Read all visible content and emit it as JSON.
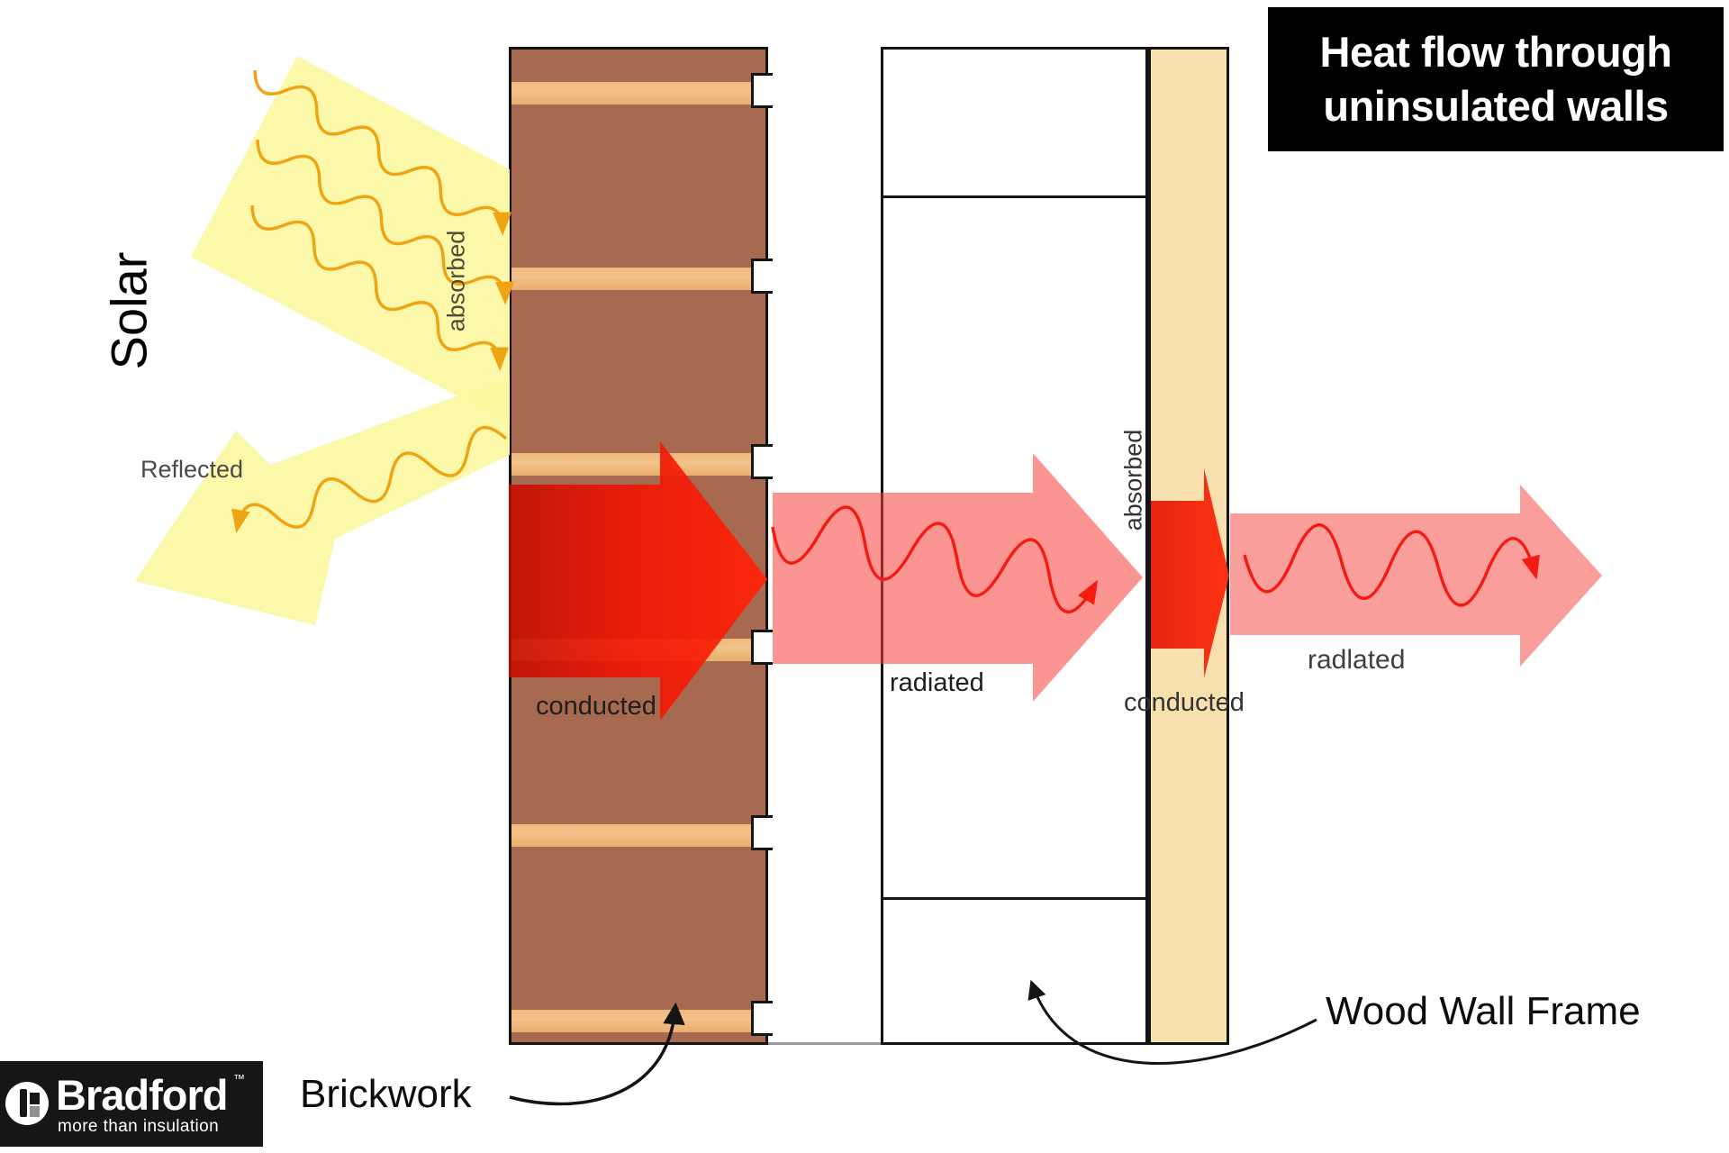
{
  "title": {
    "line1": "Heat flow through",
    "line2": "uninsulated walls"
  },
  "solar_label": "Solar",
  "flow_labels": {
    "reflected": "Reflected",
    "absorbed_brick": "absorbed",
    "conducted_brick": "conducted",
    "radiated_cavity": "radiated",
    "absorbed_wood": "absorbed",
    "conducted_plasterboard": "conducted",
    "radiated_interior": "radlated"
  },
  "callouts": {
    "brickwork": "Brickwork",
    "wood_wall_frame": "Wood Wall Frame"
  },
  "logo": {
    "brand": "Bradford",
    "trademark": "™",
    "tagline": "more than insulation"
  },
  "colors": {
    "solar_beam": "#fcf7a2",
    "solar_ray": "#efa513",
    "heat_arrow_red": "#f01505",
    "radiated_pink": "rgba(246,62,56,0.55)",
    "brick": "#a86951",
    "mortar": "#f0ba80",
    "plasterboard": "#f8dfae",
    "title_bg": "#000000",
    "title_text": "#ffffff"
  }
}
